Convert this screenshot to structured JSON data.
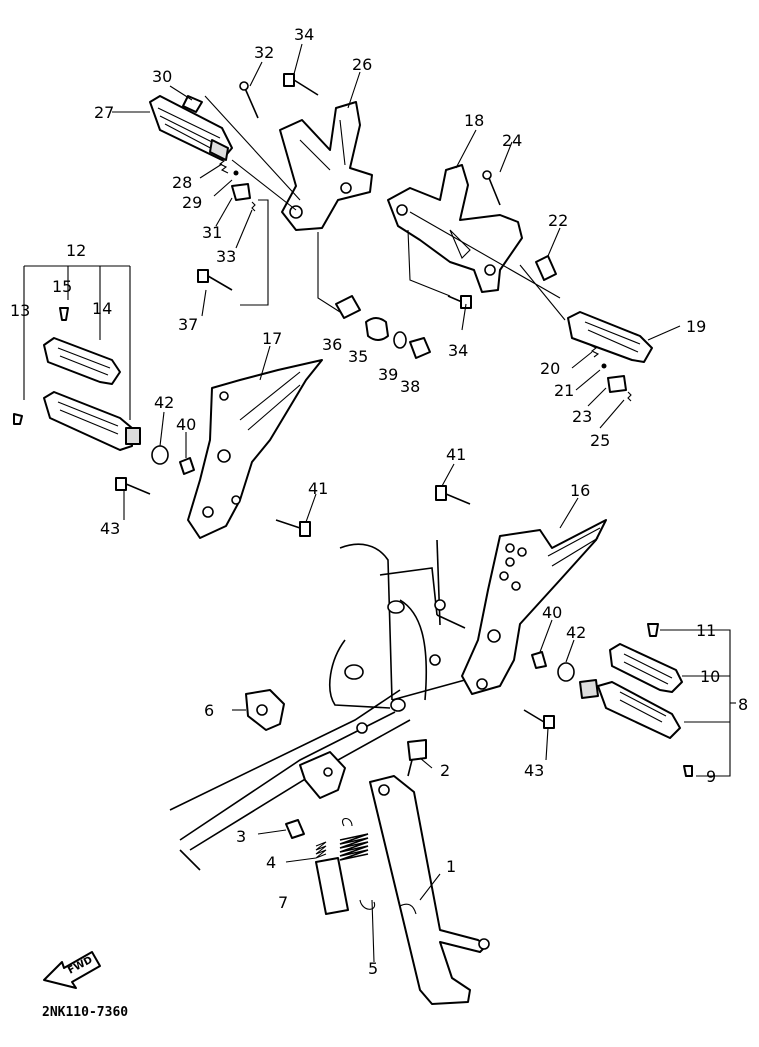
{
  "diagram_code": "2NK110-7360",
  "fwd_label": "FWD",
  "callouts": {
    "c1": "1",
    "c2": "2",
    "c3": "3",
    "c4": "4",
    "c5": "5",
    "c6": "6",
    "c7": "7",
    "c8": "8",
    "c9": "9",
    "c10": "10",
    "c11": "11",
    "c12": "12",
    "c13": "13",
    "c14": "14",
    "c15": "15",
    "c16": "16",
    "c17": "17",
    "c18": "18",
    "c19": "19",
    "c20": "20",
    "c21": "21",
    "c22": "22",
    "c23": "23",
    "c24": "24",
    "c25": "25",
    "c26": "26",
    "c27": "27",
    "c28": "28",
    "c29": "29",
    "c30": "30",
    "c31": "31",
    "c32": "32",
    "c33": "33",
    "c34a": "34",
    "c34b": "34",
    "c35": "35",
    "c36": "36",
    "c37": "37",
    "c38": "38",
    "c39": "39",
    "c40a": "40",
    "c40b": "40",
    "c41a": "41",
    "c41b": "41",
    "c42a": "42",
    "c42b": "42",
    "c43a": "43",
    "c43b": "43"
  }
}
